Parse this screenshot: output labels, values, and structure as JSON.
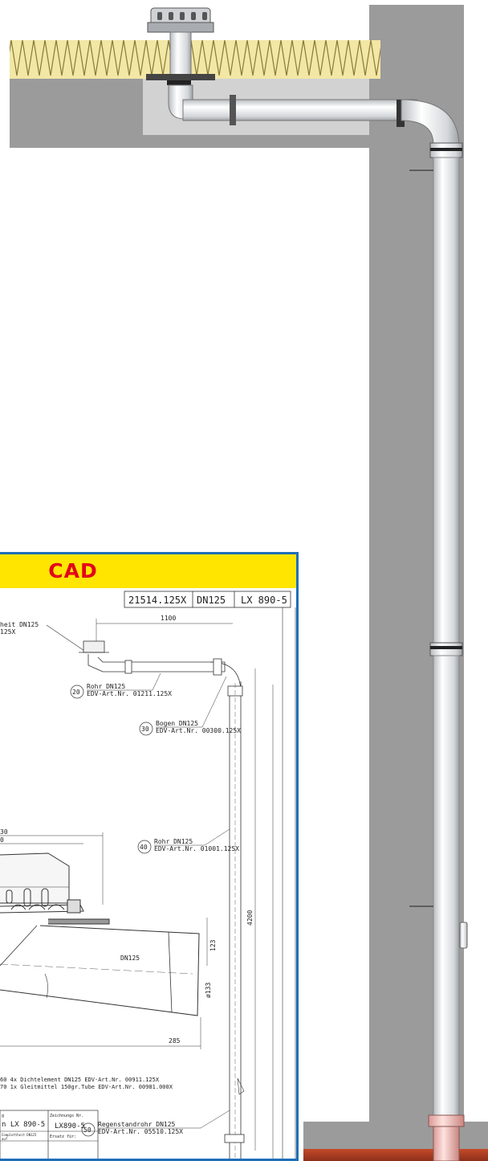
{
  "banner": {
    "title": "CAD"
  },
  "titleblock": {
    "article_number": "21514.125X",
    "dimension": "DN125",
    "model": "LX 890-5"
  },
  "parts": {
    "p10": {
      "name": "heit DN125",
      "art": "125X"
    },
    "p20": {
      "pos": "20",
      "name": "Rohr DN125",
      "art": "EDV-Art.Nr. 01211.125X"
    },
    "p30": {
      "pos": "30",
      "name": "Bogen DN125",
      "art": "EDV-Art.Nr. 00300.125X"
    },
    "p40": {
      "pos": "40",
      "name": "Rohr DN125",
      "art": "EDV-Art.Nr. 01001.125X"
    },
    "p50": {
      "pos": "50",
      "name": "Regenstandrohr DN125",
      "art": "EDV-Art.Nr. 05510.125X"
    }
  },
  "dimensions": {
    "top_length": "1100",
    "height": "4200",
    "detail_width_1": "30",
    "detail_width_2": "0",
    "detail_label": "DN125",
    "detail_height": "123",
    "detail_diameter": "ø133",
    "detail_length": "285"
  },
  "notes": {
    "line1": "60  4x Dichtelement DN125 EDV-Art.Nr. 00911.125X",
    "line2": "70  1x Gleitmittel 150gr.Tube EDV-Art.Nr. 00981.000X"
  },
  "footer": {
    "drawing_label": "Zeichnungs Nr.",
    "drawing_number": "LX890-5",
    "name_label": "g",
    "name_value": "n LX 890-5",
    "unit_note": "Complettheit DN125",
    "unit_note2": "auf",
    "replace_label": "Ersatz für:"
  },
  "colors": {
    "wall": "#9b9b9b",
    "slab": "#d2d2d2",
    "insulation": "#f2e7a5",
    "floor": "#b5432a",
    "banner": "#ffe500",
    "banner_text": "#e3001b",
    "panel_border": "#1e6fb8"
  }
}
